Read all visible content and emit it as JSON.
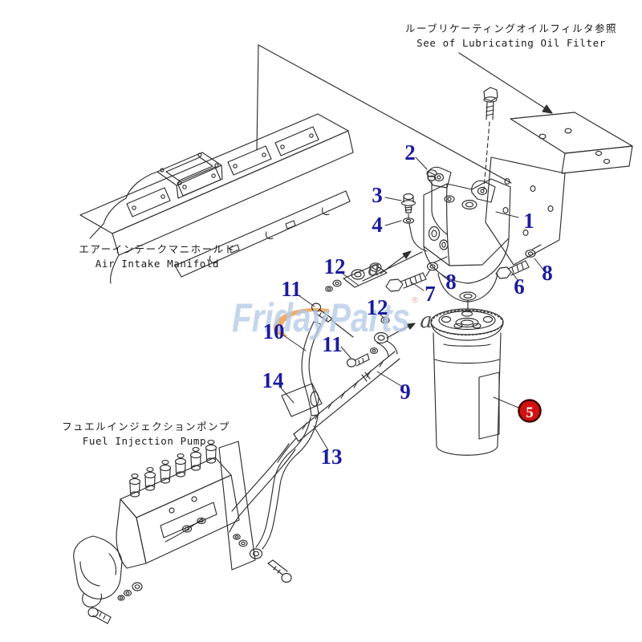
{
  "note_top_right": {
    "jp": "ルーブリケーティングオイルフィルタ参照",
    "en": "See of Lubricating Oil Filter"
  },
  "captions": {
    "air_intake_manifold_jp": "エアーインテークマニホールド",
    "air_intake_manifold_en": "Air Intake Manifold",
    "fuel_injection_pump_jp": "フュエルインジェクションポンプ",
    "fuel_injection_pump_en": "Fuel Injection Pump"
  },
  "callouts": {
    "n1": "1",
    "n2": "2",
    "n3": "3",
    "n4": "4",
    "n6": "6",
    "n7": "7",
    "n8a": "8",
    "n8b": "8",
    "n9": "9",
    "n10": "10",
    "n11a": "11",
    "n11b": "11",
    "n12a": "12",
    "n12b": "12",
    "n13": "13",
    "n14": "14"
  },
  "section_markers": {
    "a1": "a",
    "a2": "a"
  },
  "highlight": {
    "number": "5",
    "badge_fill": "#d21111",
    "text_color": "#ffffff"
  },
  "watermark": {
    "text": "FridayParts",
    "reg": "®",
    "text_color": "#b5cbe7",
    "swoosh_color": "#eba45c"
  },
  "colors": {
    "line": "#2e2e2e",
    "label": "#1b1b9e",
    "marker": "#4f4f4f",
    "caption": "#1a1a1a"
  }
}
